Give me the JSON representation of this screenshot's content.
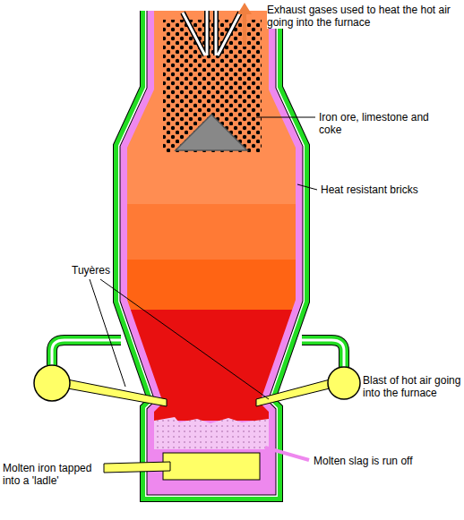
{
  "diagram": {
    "labels": [
      "Exhaust gases used to heat the hot air going into the furnace",
      "Iron ore, limestone and coke",
      "Heat resistant bricks",
      "Tuyères",
      "Blast of hot air going into the furnace",
      "Molten iron tapped into a 'ladle'",
      "Molten slag is run off"
    ]
  }
}
